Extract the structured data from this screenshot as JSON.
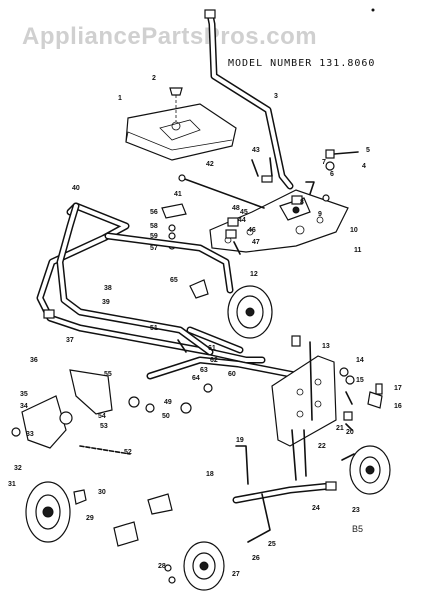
{
  "watermark": "AppliancePartsPros.com",
  "model_label": "MODEL NUMBER 131.8060",
  "corner_code": "B5",
  "callouts": [
    "1",
    "2",
    "3",
    "4",
    "5",
    "6",
    "7",
    "8",
    "9",
    "10",
    "11",
    "12",
    "13",
    "14",
    "15",
    "16",
    "17",
    "18",
    "19",
    "20",
    "21",
    "22",
    "23",
    "24",
    "25",
    "26",
    "27",
    "28",
    "29",
    "30",
    "31",
    "32",
    "33",
    "34",
    "35",
    "36",
    "37",
    "38",
    "39",
    "40",
    "41",
    "42",
    "43",
    "44",
    "45",
    "46",
    "47",
    "48",
    "49",
    "50",
    "51",
    "52",
    "53",
    "54",
    "55",
    "56",
    "57",
    "58",
    "59",
    "60",
    "61",
    "62",
    "63",
    "64",
    "65"
  ]
}
